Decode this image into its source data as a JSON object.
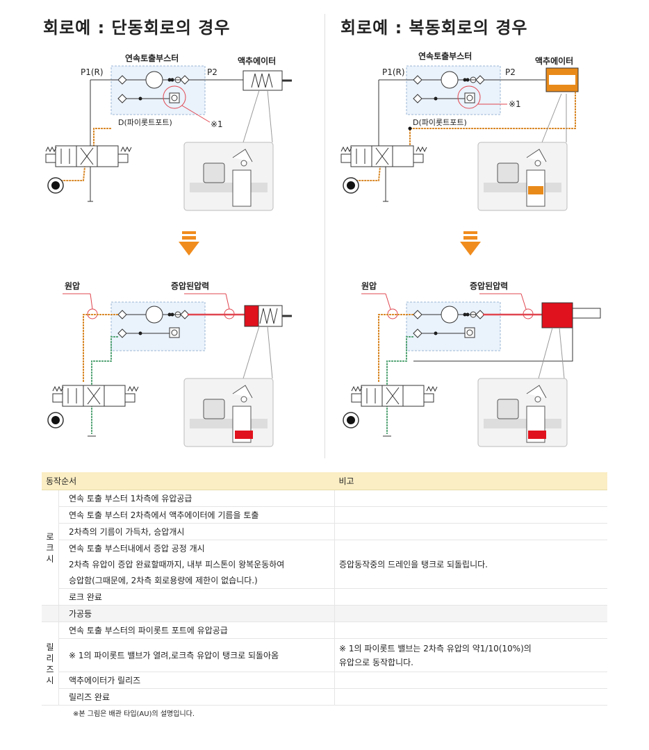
{
  "left_panel": {
    "title": "회로예 : 단동회로의 경우",
    "booster_label": "연속토출부스터",
    "actuator_label": "액추에이터",
    "p1_label": "P1(R)",
    "p2_label": "P2",
    "d_label": "D(파이롯트포트)",
    "note_label": "※1",
    "source_pressure_label": "원압",
    "boosted_pressure_label": "증압된압력"
  },
  "right_panel": {
    "title": "회로예 : 복동회로의 경우",
    "booster_label": "연속토출부스터",
    "actuator_label": "액추에이터",
    "p1_label": "P1(R)",
    "p2_label": "P2",
    "d_label": "D(파이롯트포트)",
    "note_label": "※1",
    "source_pressure_label": "원압",
    "boosted_pressure_label": "증압된압력"
  },
  "colors": {
    "oil_line": "#d98a2b",
    "boosted_line": "#e0454f",
    "return_line": "#5aa77a",
    "arrow": "#f08c1e",
    "actuator_orange": "#e88a1a",
    "actuator_red": "#e0121d",
    "booster_box": "#eaf2fb"
  },
  "table": {
    "header_step": "동작순서",
    "header_note": "비고",
    "lock_label": [
      "로",
      "크",
      "시"
    ],
    "release_label": [
      "릴",
      "리",
      "즈",
      "시"
    ],
    "lock_steps": [
      "연속 토출 부스터 1차측에 유압공급",
      "연속 토출 부스터 2차측에서 액추에이터에 기름을 토출",
      "2차측의 기름이 가득차, 승압개시",
      "연속 토출 부스터내에서 증압 공정 개시",
      "2차측 유압이 증압 완료할때까지, 내부 피스톤이 왕복운동하여",
      "승압함(그때문에, 2차측 회로용량에 제한이 없습니다.)",
      "로크 완료"
    ],
    "lock_note": "증압동작중의 드레인을 탱크로 되돌립니다.",
    "machining_step": "가공등",
    "release_steps": [
      "연속 토출 부스터의 파이롯트 포트에 유압공급",
      "※ 1의 파이롯트 밸브가 열려,로크측 유압이 탱크로 되돌아옴",
      "액추에이터가 릴리즈",
      "릴리즈 완료"
    ],
    "release_note_line1": "※ 1의 파이롯트 밸브는 2차측 유압의 약1/10(10%)의",
    "release_note_line2": "유압으로 동작합니다."
  },
  "footnote": "※본 그림은 배관 타입(AU)의 설명입니다."
}
